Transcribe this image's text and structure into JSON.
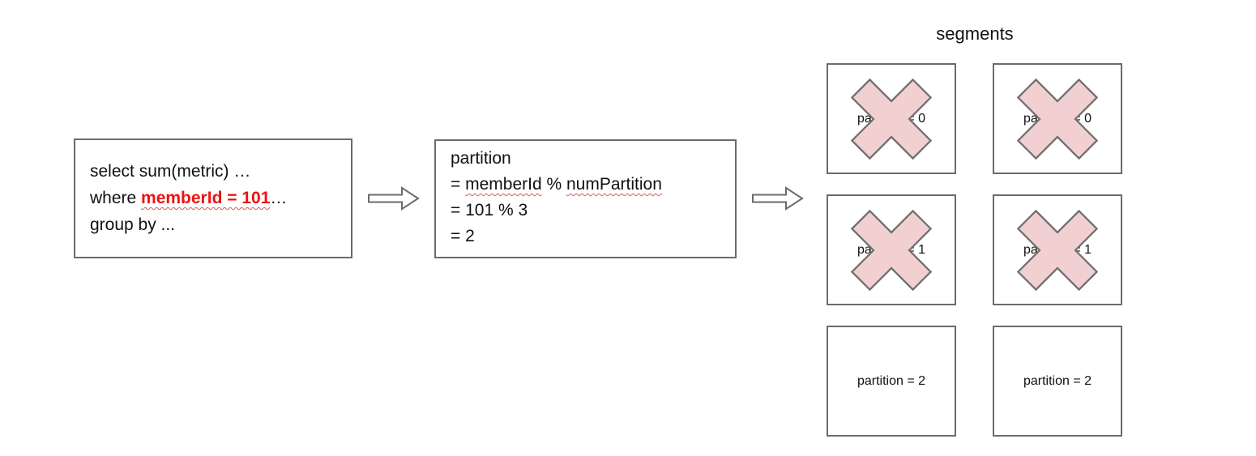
{
  "colors": {
    "text": "#111111",
    "box_border": "#6b6b6b",
    "highlight_red": "#ee1111",
    "squiggle_red": "#d45c5c",
    "cross_fill": "#f2d0d2",
    "cross_stroke": "#707070"
  },
  "query_box": {
    "line1": "select sum(metric) …",
    "line2_prefix": "where ",
    "line2_highlight": "memberId = 101",
    "line2_suffix": "…",
    "line3": "group by ..."
  },
  "partition_box": {
    "line1": "partition",
    "line2_prefix": "= ",
    "line2_term1": "memberId",
    "line2_mid": " % ",
    "line2_term2": "numPartition",
    "line3": "= 101 % 3",
    "line4": "= 2"
  },
  "icons": {
    "arrow_right": "block-arrow-right",
    "x_mark": "x-mark-cross"
  },
  "segments": {
    "title": "segments",
    "boxes": [
      {
        "label": "partition = 0",
        "crossed": true
      },
      {
        "label": "partition = 0",
        "crossed": true
      },
      {
        "label": "partition = 1",
        "crossed": true
      },
      {
        "label": "partition = 1",
        "crossed": true
      },
      {
        "label": "partition = 2",
        "crossed": false
      },
      {
        "label": "partition = 2",
        "crossed": false
      }
    ]
  }
}
